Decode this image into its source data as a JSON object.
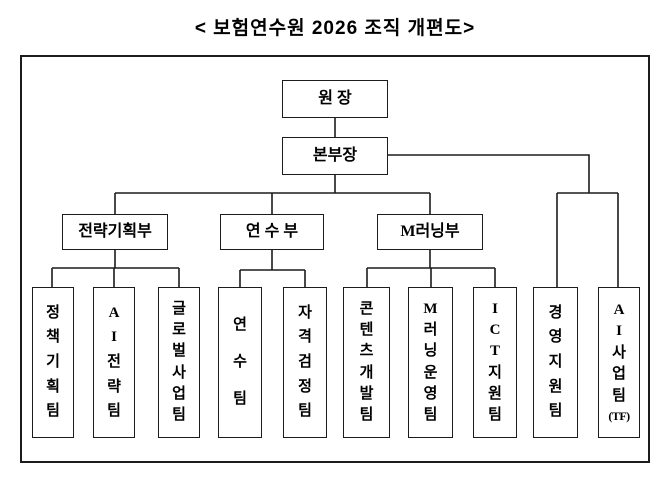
{
  "title": "< 보험연수원 2026 조직 개편도>",
  "org": {
    "root": {
      "label": "원 장"
    },
    "deputy": {
      "label": "본부장"
    },
    "departments": [
      {
        "label": "전략기획부"
      },
      {
        "label": "연 수 부"
      },
      {
        "label": "M러닝부"
      }
    ],
    "teams": [
      {
        "label": "정책기획팀",
        "parent": "전략기획부"
      },
      {
        "label": "AI전략팀",
        "parent": "전략기획부"
      },
      {
        "label": "글로벌사업팀",
        "parent": "전략기획부"
      },
      {
        "label": "연수팀",
        "parent": "연 수 부"
      },
      {
        "label": "자격검정팀",
        "parent": "연 수 부"
      },
      {
        "label": "콘텐츠개발팀",
        "parent": "M러닝부"
      },
      {
        "label": "M러닝운영팀",
        "parent": "M러닝부"
      },
      {
        "label": "ICT지원팀",
        "parent": "M러닝부"
      },
      {
        "label": "경영지원팀",
        "parent": "본부장"
      },
      {
        "label": "AI사업팀(TF)",
        "parent": "본부장"
      }
    ]
  },
  "colors": {
    "background": "#ffffff",
    "line": "#1c1c1c",
    "box_border": "#1c1c1c",
    "text": "#000000"
  }
}
